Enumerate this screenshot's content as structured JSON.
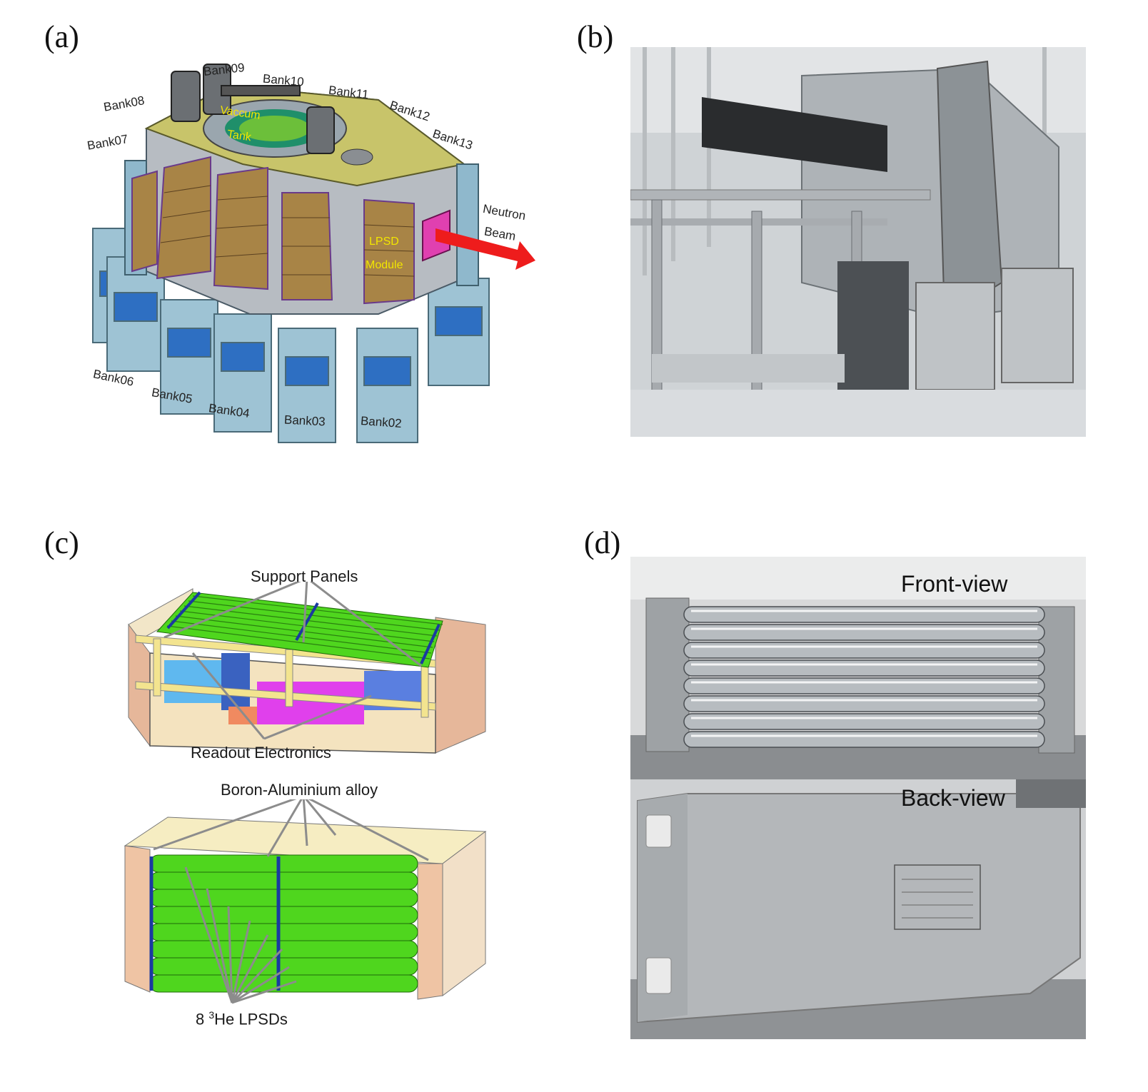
{
  "panels": {
    "a": {
      "letter": "(a)",
      "banks": [
        "Bank02",
        "Bank03",
        "Bank04",
        "Bank05",
        "Bank06",
        "Bank07",
        "Bank08",
        "Bank09",
        "Bank10",
        "Bank11",
        "Bank12",
        "Bank13"
      ],
      "tank_label_1": "Vaccum",
      "tank_label_2": "Tank",
      "module_label_1": "LPSD",
      "module_label_2": "Module",
      "beam_label_1": "Neutron",
      "beam_label_2": "Beam"
    },
    "b": {
      "letter": "(b)"
    },
    "c": {
      "letter": "(c)",
      "support_panels": "Support Panels",
      "readout_electronics": "Readout Electronics",
      "boron_alloy": "Boron-Aluminium alloy",
      "lpsd_prefix": "8 ",
      "lpsd_sup": "3",
      "lpsd_suffix": "He LPSDs"
    },
    "d": {
      "letter": "(d)",
      "front_view": "Front-view",
      "back_view": "Back-view"
    }
  },
  "colors": {
    "tube_green": "#4fd61e",
    "beam_red": "#ee1c1c",
    "detector_brown": "#a88446",
    "frame_blue": "#8fb8cc",
    "tank_yellow": "#c8c46a",
    "label_yellow": "#f2e600",
    "pointer_gray": "#8c8c8c"
  }
}
